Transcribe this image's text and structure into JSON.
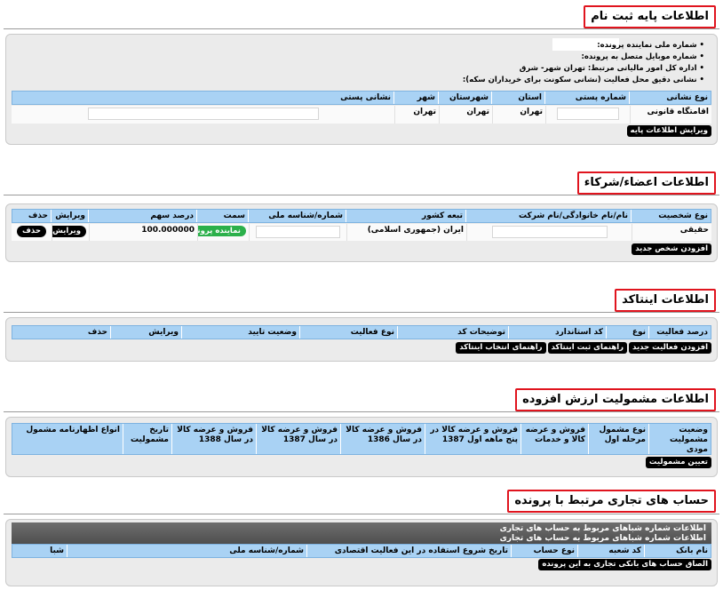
{
  "basic": {
    "title": "اطلاعات پایه ثبت نام",
    "bullets": [
      "شماره ملی نماینده پرونده:",
      "شماره موبایل متصل به پرونده:",
      "اداره کل امور مالیاتی مرتبط: تهران شهر- شرق",
      "نشانی دقیق محل فعالیت (نشانی سکونت برای خریداران سکه):"
    ],
    "headers": [
      "نوع نشانی",
      "شماره پستی",
      "استان",
      "شهرستان",
      "شهر",
      "نشانی پستی"
    ],
    "row": {
      "type": "اقامتگاه قانونی",
      "postal": "",
      "province": "تهران",
      "county": "تهران",
      "city": "تهران",
      "address": ""
    },
    "edit_label": "ویرایش اطلاعات پایه"
  },
  "members": {
    "title": "اطلاعات اعضاء/شرکاء",
    "headers": [
      "نوع شخصیت",
      "نام/نام خانوادگی/نام شرکت",
      "تبعه کشور",
      "شماره/شناسه ملی",
      "سمت",
      "درصد سهم",
      "ویرایش",
      "حذف"
    ],
    "row": {
      "type": "حقیقی",
      "name": "",
      "nationality": "ایران (جمهوری اسلامی)",
      "national_id": "",
      "role": "نماینده پرونده",
      "share": "100.000000",
      "edit": "ویرایش",
      "delete": "حذف"
    },
    "add_label": "افزودن شخص جدید"
  },
  "enamad": {
    "title": "اطلاعات اینتاکد",
    "headers": [
      "درصد فعالیت",
      "نوع",
      "کد استاندارد",
      "توضیحات کد",
      "نوع فعالیت",
      "وضعیت تایید",
      "ویرایش",
      "حذف"
    ],
    "buttons": [
      "افزودن فعالیت جدید",
      "راهنمای ثبت اینتاکد",
      "راهنمای انتخاب اینتاکد"
    ]
  },
  "vat": {
    "title": "اطلاعات مشمولیت ارزش افزوده",
    "headers": [
      "وضعیت مشمولیت مودی",
      "نوع مشمول مرحله اول",
      "فروش و عرضه کالا و خدمات",
      "فروش و عرضه کالا در پنج ماهه اول 1387",
      "فروش و عرضه کالا در سال 1386",
      "فروش و عرضه کالا در سال 1387",
      "فروش و عرضه کالا در سال 1388",
      "تاریخ مشمولیت",
      "انواع اظهارنامه مشمول"
    ],
    "button": "تعیین مشمولیت"
  },
  "accounts": {
    "title": "حساب های تجاری مرتبط با پرونده",
    "bar_line1": "اطلاعات شماره شباهای مربوط به حساب های تجاری",
    "bar_line2": "اطلاعات شماره شباهای مربوط به حساب های تجاری",
    "headers": [
      "نام بانک",
      "کد شعبه",
      "نوع حساب",
      "تاریخ شروع استفاده در این فعالیت اقتصادی",
      "شماره/شناسه ملی",
      "شبا"
    ],
    "button": "الصاق حساب های بانکی تجاری به این پرونده"
  }
}
